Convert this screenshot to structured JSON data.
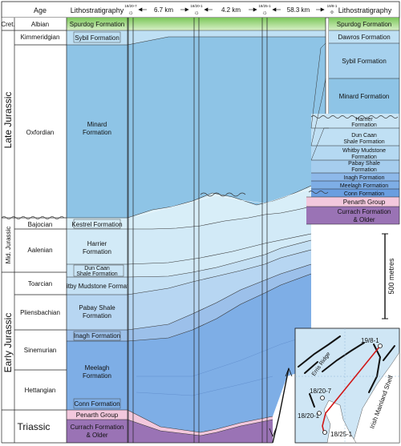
{
  "headers": {
    "age": "Age",
    "litho_left": "Lithostratigraphy",
    "litho_right": "Lithostratigraphy",
    "wells": [
      "18/20-7",
      "18/20-1",
      "18/25-1",
      "19/8-1"
    ],
    "distances": [
      "6.7 km",
      "4.2 km",
      "58.3 km"
    ]
  },
  "periods": {
    "cret": "Cret.",
    "late_jurassic": "Late Jurassic",
    "mid_jurassic": "Mid. Jurassic",
    "early_jurassic": "Early Jurassic",
    "triassic": "Triassic"
  },
  "stages": {
    "albian": "Albian",
    "kimmeridgian": "Kimmeridgian",
    "oxfordian": "Oxfordian",
    "bajocian": "Bajocian",
    "aalenian": "Aalenian",
    "toarcian": "Toarcian",
    "pliensbachian": "Pliensbachian",
    "sinemurian": "Sinemurian",
    "hettangian": "Hettangian"
  },
  "left_formations": {
    "spurdog": "Spurdog Formation",
    "sybil": "Sybil Formation",
    "minard_1": "Minard",
    "minard_2": "Formation",
    "kestrel": "Kestrel Formation",
    "harrier_1": "Harrier",
    "harrier_2": "Formation",
    "duncaan_1": "Dun Caan",
    "duncaan_2": "Shale Formation",
    "whitby": "Whitby Mudstone Formation",
    "pabay_1": "Pabay Shale",
    "pabay_2": "Formation",
    "inagh": "Inagh Formation",
    "meelagh_1": "Meelagh",
    "meelagh_2": "Formation",
    "conn": "Conn Formation",
    "penarth": "Penarth Group",
    "currach_1": "Currach Formation",
    "currach_2": "& Older"
  },
  "right_formations": {
    "spurdog": "Spurdog Formation",
    "dawros": "Dawros Formation",
    "sybil": "Sybil Formation",
    "minard": "Minard Formation",
    "harrier_1": "Harrier",
    "harrier_2": "Formation",
    "duncaan_1": "Dun Caan",
    "duncaan_2": "Shale Formation",
    "whitby_1": "Whitby Mudstone",
    "whitby_2": "Formation",
    "pabay_1": "Pabay Shale",
    "pabay_2": "Formation",
    "inagh": "Inagh Formation",
    "meelagh": "Meelagh Formation",
    "conn": "Conn Formation",
    "penarth": "Penarth Group",
    "currach_1": "Currach Formation",
    "currach_2": "& Older"
  },
  "scale": {
    "label": "500 metres"
  },
  "map": {
    "wells": [
      "19/8-1",
      "18/20-7",
      "18/20-1",
      "18/25-1"
    ],
    "basin_label": "Erris Ridge",
    "shelf_label": "Irish Mainland Shelf"
  },
  "colors": {
    "cretaceous": "#8ed46a",
    "upper_jurassic": "#8ec4e6",
    "kimmeridgian": "#bfe0f4",
    "middle_jurassic": "#cfe8f5",
    "lower_jurassic_light": "#b7d6f2",
    "lower_jurassic_dark": "#7eaee6",
    "penarth": "#f3c8dd",
    "triassic": "#9a73b5",
    "map_sea": "#cfe6f5"
  }
}
